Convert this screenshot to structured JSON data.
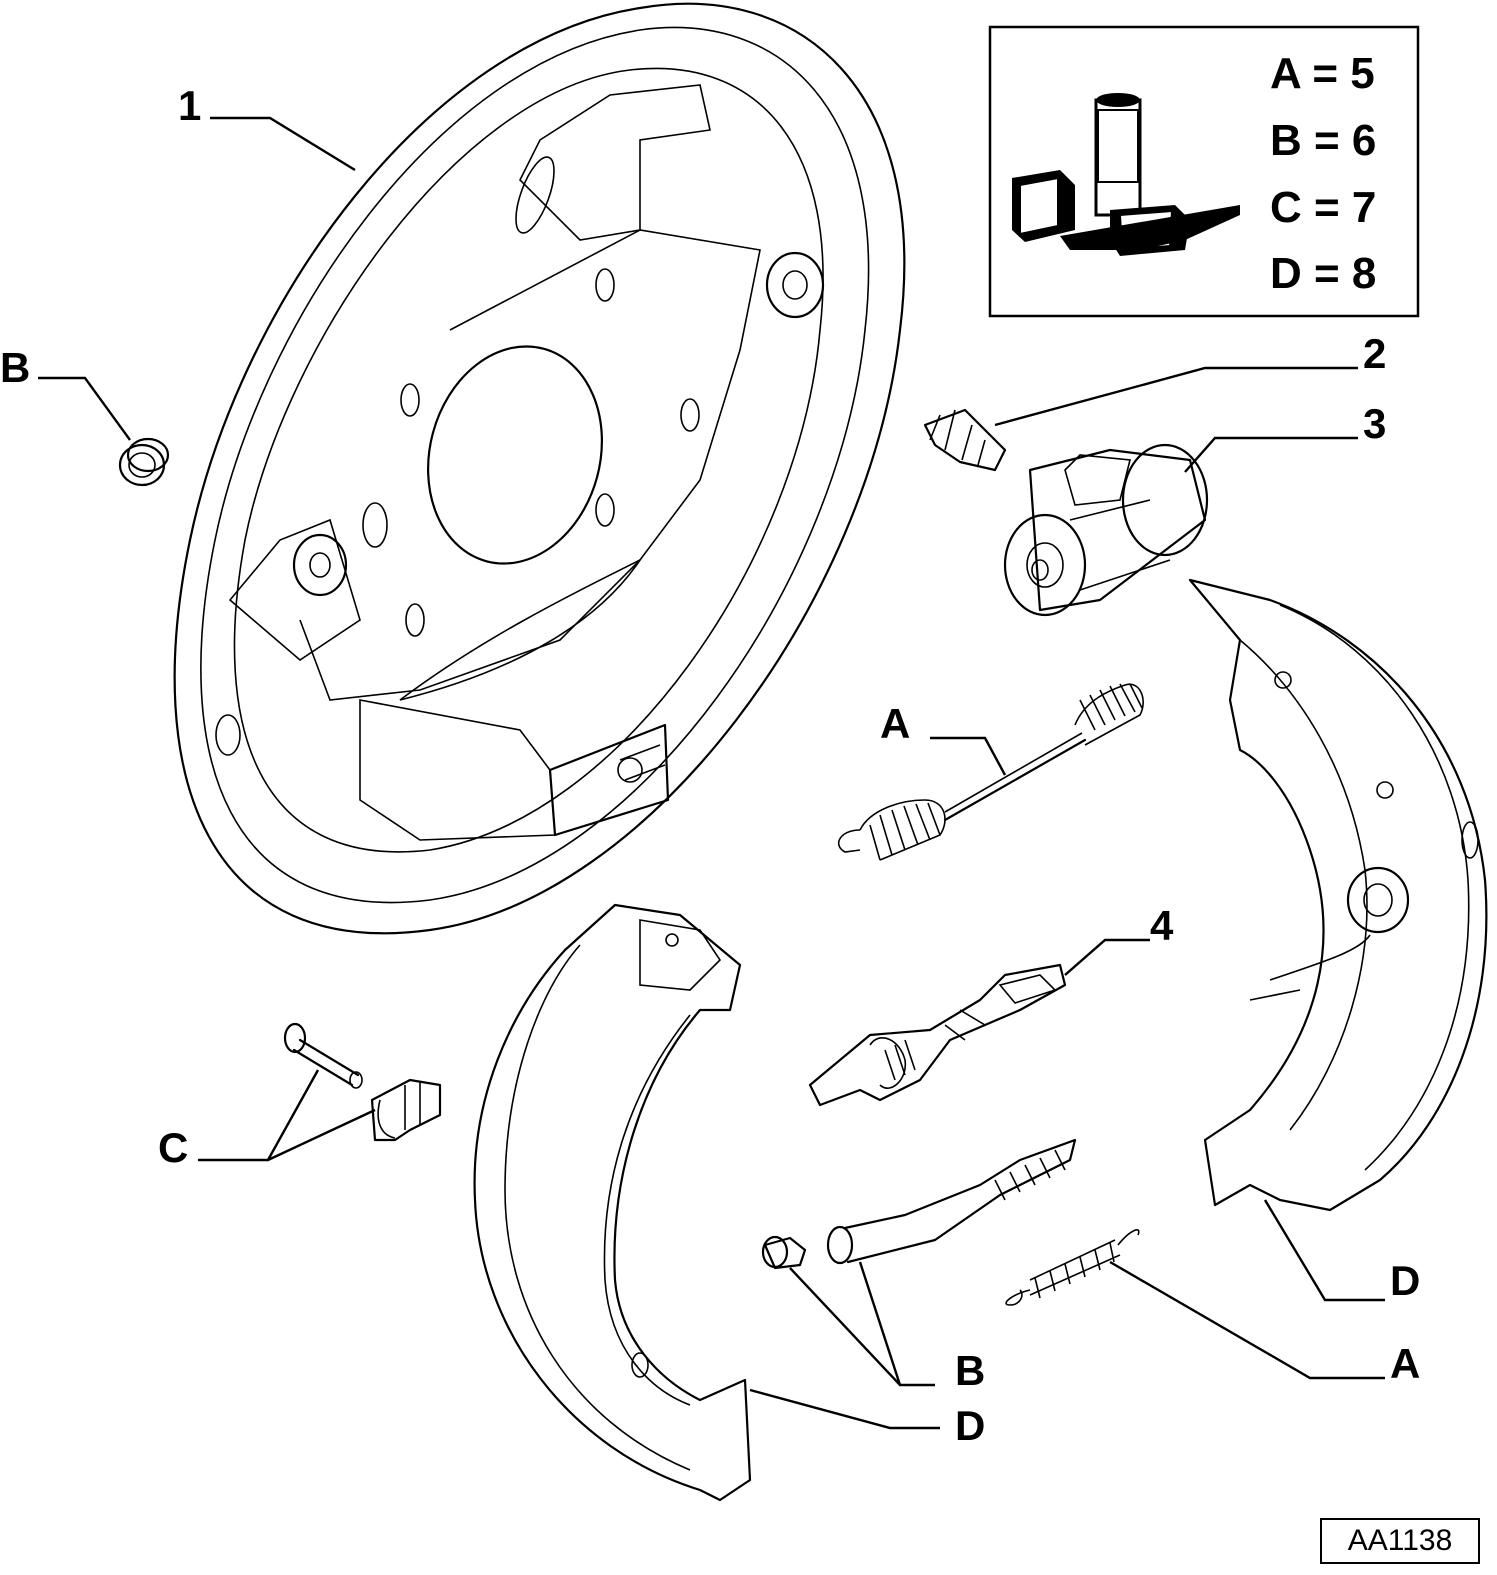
{
  "callouts": {
    "c1": "1",
    "c2": "2",
    "c3": "3",
    "c4": "4",
    "b_plug": "B",
    "a_upper": "A",
    "c_clip": "C",
    "b_bottom": "B",
    "d_left_shoe": "D",
    "d_right_shoe": "D",
    "a_lower": "A"
  },
  "legend": {
    "rows": [
      "A = 5",
      "B = 6",
      "C = 7",
      "D = 8"
    ],
    "icon": "fiat-parts-kit-icon"
  },
  "reference_code": "AA1138"
}
